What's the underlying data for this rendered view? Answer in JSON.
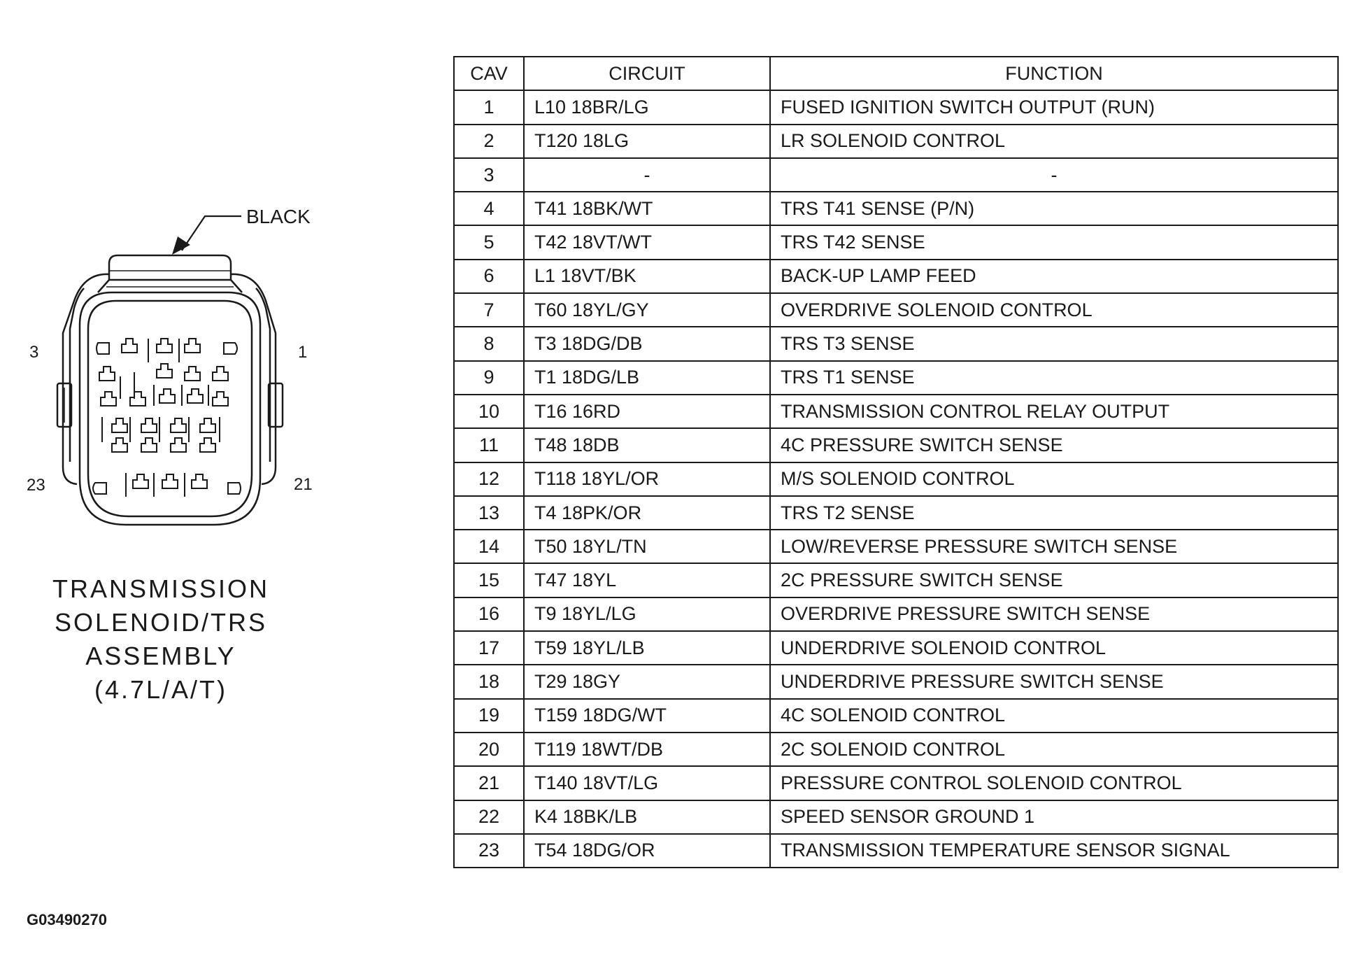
{
  "connector": {
    "color_label": "BLACK",
    "pin_labels": {
      "top_left": "3",
      "top_right": "1",
      "bottom_left": "23",
      "bottom_right": "21"
    },
    "title_lines": [
      "TRANSMISSION",
      "SOLENOID/TRS",
      "ASSEMBLY",
      "(4.7L/A/T)"
    ]
  },
  "figure_id": "G03490270",
  "table": {
    "headers": {
      "cav": "CAV",
      "circuit": "CIRCUIT",
      "function": "FUNCTION"
    },
    "rows": [
      {
        "cav": "1",
        "circuit": "L10 18BR/LG",
        "function": "FUSED IGNITION SWITCH OUTPUT (RUN)"
      },
      {
        "cav": "2",
        "circuit": "T120 18LG",
        "function": "LR SOLENOID CONTROL"
      },
      {
        "cav": "3",
        "circuit": "-",
        "function": "-"
      },
      {
        "cav": "4",
        "circuit": "T41 18BK/WT",
        "function": "TRS T41 SENSE (P/N)"
      },
      {
        "cav": "5",
        "circuit": "T42 18VT/WT",
        "function": "TRS T42 SENSE"
      },
      {
        "cav": "6",
        "circuit": "L1 18VT/BK",
        "function": "BACK-UP LAMP FEED"
      },
      {
        "cav": "7",
        "circuit": "T60 18YL/GY",
        "function": "OVERDRIVE SOLENOID CONTROL"
      },
      {
        "cav": "8",
        "circuit": "T3 18DG/DB",
        "function": "TRS T3 SENSE"
      },
      {
        "cav": "9",
        "circuit": "T1 18DG/LB",
        "function": "TRS T1 SENSE"
      },
      {
        "cav": "10",
        "circuit": "T16 16RD",
        "function": "TRANSMISSION CONTROL RELAY OUTPUT"
      },
      {
        "cav": "11",
        "circuit": "T48 18DB",
        "function": "4C PRESSURE SWITCH SENSE"
      },
      {
        "cav": "12",
        "circuit": "T118 18YL/OR",
        "function": "M/S SOLENOID CONTROL"
      },
      {
        "cav": "13",
        "circuit": "T4 18PK/OR",
        "function": "TRS T2 SENSE"
      },
      {
        "cav": "14",
        "circuit": "T50 18YL/TN",
        "function": "LOW/REVERSE PRESSURE SWITCH SENSE"
      },
      {
        "cav": "15",
        "circuit": "T47 18YL",
        "function": "2C PRESSURE SWITCH SENSE"
      },
      {
        "cav": "16",
        "circuit": "T9 18YL/LG",
        "function": "OVERDRIVE PRESSURE SWITCH SENSE"
      },
      {
        "cav": "17",
        "circuit": "T59 18YL/LB",
        "function": "UNDERDRIVE SOLENOID CONTROL"
      },
      {
        "cav": "18",
        "circuit": "T29 18GY",
        "function": "UNDERDRIVE PRESSURE SWITCH SENSE"
      },
      {
        "cav": "19",
        "circuit": "T159 18DG/WT",
        "function": "4C SOLENOID CONTROL"
      },
      {
        "cav": "20",
        "circuit": "T119 18WT/DB",
        "function": "2C SOLENOID CONTROL"
      },
      {
        "cav": "21",
        "circuit": "T140 18VT/LG",
        "function": "PRESSURE CONTROL SOLENOID CONTROL"
      },
      {
        "cav": "22",
        "circuit": "K4 18BK/LB",
        "function": "SPEED SENSOR GROUND 1"
      },
      {
        "cav": "23",
        "circuit": "T54 18DG/OR",
        "function": "TRANSMISSION TEMPERATURE SENSOR SIGNAL"
      }
    ]
  }
}
